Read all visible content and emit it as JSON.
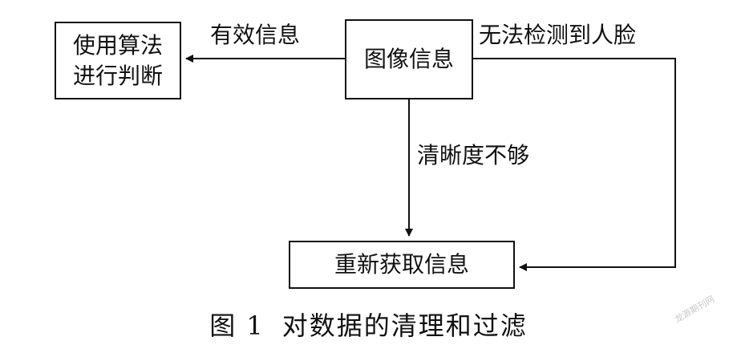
{
  "nodes": {
    "algorithm": {
      "line1": "使用算法",
      "line2": "进行判断"
    },
    "image_info": "图像信息",
    "reacquire": "重新获取信息"
  },
  "edges": {
    "valid_info": "有效信息",
    "no_face": "无法检测到人脸",
    "insufficient_clarity": "清晰度不够"
  },
  "caption": {
    "number": "图 1",
    "title": "对数据的清理和过滤"
  },
  "watermark": "龙源期刊网",
  "colors": {
    "stroke": "#111111",
    "background": "#ffffff"
  }
}
